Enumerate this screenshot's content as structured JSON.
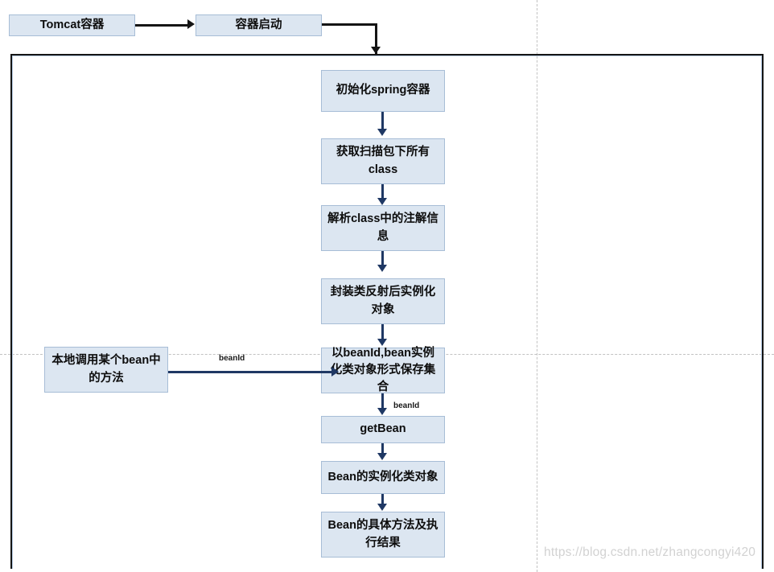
{
  "diagram": {
    "title": "Spring container startup and bean invocation flow",
    "colors": {
      "box_fill": "#dce6f1",
      "box_border": "#a7bdd6",
      "arrow": "#1f3864",
      "container_border": "#151515",
      "guide_line": "#c2c2c2",
      "watermark": "#d2d2d2"
    },
    "top_nodes": [
      {
        "id": "tomcat",
        "label": "Tomcat容器"
      },
      {
        "id": "startup",
        "label": "容器启动"
      }
    ],
    "main_nodes": [
      {
        "id": "init-spring",
        "label": "初始化spring容器"
      },
      {
        "id": "scan-class",
        "label": "获取扫描包下所有class"
      },
      {
        "id": "parse-annotation",
        "label": "解析class中的注解信息"
      },
      {
        "id": "reflect-instance",
        "label": "封装类反射后实例化对象"
      },
      {
        "id": "save-collection",
        "label": "以beanId,bean实例化类对象形式保存集合"
      },
      {
        "id": "get-bean",
        "label": "getBean"
      },
      {
        "id": "bean-instance",
        "label": "Bean的实例化类对象"
      },
      {
        "id": "bean-method",
        "label": "Bean的具体方法及执行结果"
      }
    ],
    "side_node": {
      "id": "local-call",
      "label": "本地调用某个bean中的方法"
    },
    "edge_labels": [
      {
        "id": "edge-local-to-save",
        "label": "beanId"
      },
      {
        "id": "edge-save-to-getbean",
        "label": "beanId"
      }
    ],
    "watermark": "https://blog.csdn.net/zhangcongyi420"
  }
}
